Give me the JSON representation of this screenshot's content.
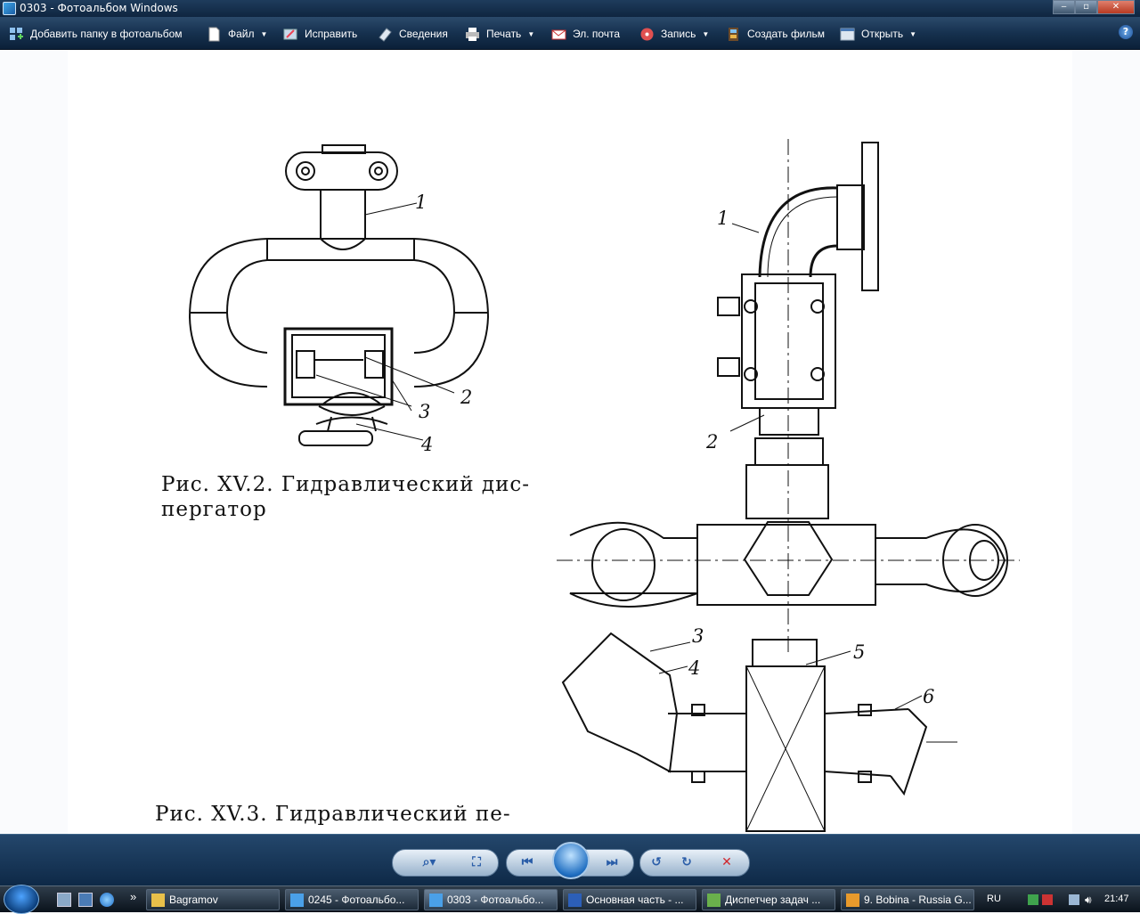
{
  "window": {
    "title": "0303 - Фотоальбом Windows",
    "minimize": "‒",
    "maximize": "▫",
    "close": "✕"
  },
  "toolbar": {
    "add_folder": "Добавить папку в фотоальбом",
    "file": "Файл",
    "fix": "Исправить",
    "info": "Сведения",
    "print": "Печать",
    "email": "Эл. почта",
    "burn": "Запись",
    "make_movie": "Создать фильм",
    "open": "Открыть",
    "help": "?"
  },
  "document": {
    "fig2_caption_line1": "Рис. XV.2. Гидравлический дис-",
    "fig2_caption_line2": "пергатор",
    "fig3_caption_line1": "Рис. XV.3. Гидравлический пе-",
    "fig2_labels": [
      "1",
      "2",
      "3",
      "4"
    ],
    "fig3_labels": [
      "1",
      "2",
      "3",
      "4",
      "5",
      "6"
    ]
  },
  "controls": {
    "search": "⌕▾",
    "fit": "⛶",
    "prev": "⏮",
    "next": "⏭",
    "rotate_ccw": "↺",
    "rotate_cw": "↻",
    "delete": "✕"
  },
  "taskbar": {
    "tasks": [
      {
        "label": "Bagramov",
        "icon_color": "#e8c04a"
      },
      {
        "label": "0245 - Фотоальбо...",
        "icon_color": "#4aa0e8"
      },
      {
        "label": "0303 - Фотоальбо...",
        "icon_color": "#4aa0e8"
      },
      {
        "label": "Основная часть - ...",
        "icon_color": "#2c5fb8"
      },
      {
        "label": "Диспетчер задач ...",
        "icon_color": "#6ab04c"
      },
      {
        "label": "9. Bobina - Russia G...",
        "icon_color": "#e89a2c"
      }
    ],
    "lang": "RU",
    "clock": "21:47"
  }
}
